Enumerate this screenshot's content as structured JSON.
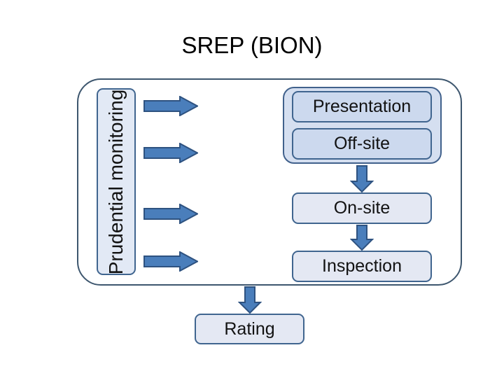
{
  "title": "SREP (BION)",
  "diagram": {
    "vertical_label": "Prudential monitoring",
    "group_label": "offsite-group",
    "boxes": [
      {
        "id": "presentation",
        "label": "Presentation"
      },
      {
        "id": "offsite",
        "label": "Off-site"
      },
      {
        "id": "onsite",
        "label": "On-site"
      },
      {
        "id": "inspection",
        "label": "Inspection"
      },
      {
        "id": "rating",
        "label": "Rating"
      }
    ],
    "arrows_right": [
      {
        "id": "arrow-right-1"
      },
      {
        "id": "arrow-right-2"
      },
      {
        "id": "arrow-right-3"
      },
      {
        "id": "arrow-right-4"
      }
    ],
    "arrows_down": [
      {
        "id": "arrow-down-offsite-to-onsite"
      },
      {
        "id": "arrow-down-onsite-to-inspection"
      },
      {
        "id": "arrow-down-inspection-to-rating"
      }
    ],
    "colors": {
      "arrow_fill": "#4a7ebb",
      "arrow_stroke": "#2e5280",
      "box_border": "#40658f",
      "box_fill_dark": "#ccd9ee",
      "box_fill_light": "#e4e8f3",
      "group_fill": "#d5dff0",
      "outer_border": "#3d566e",
      "text": "#121212",
      "background": "#ffffff"
    }
  }
}
